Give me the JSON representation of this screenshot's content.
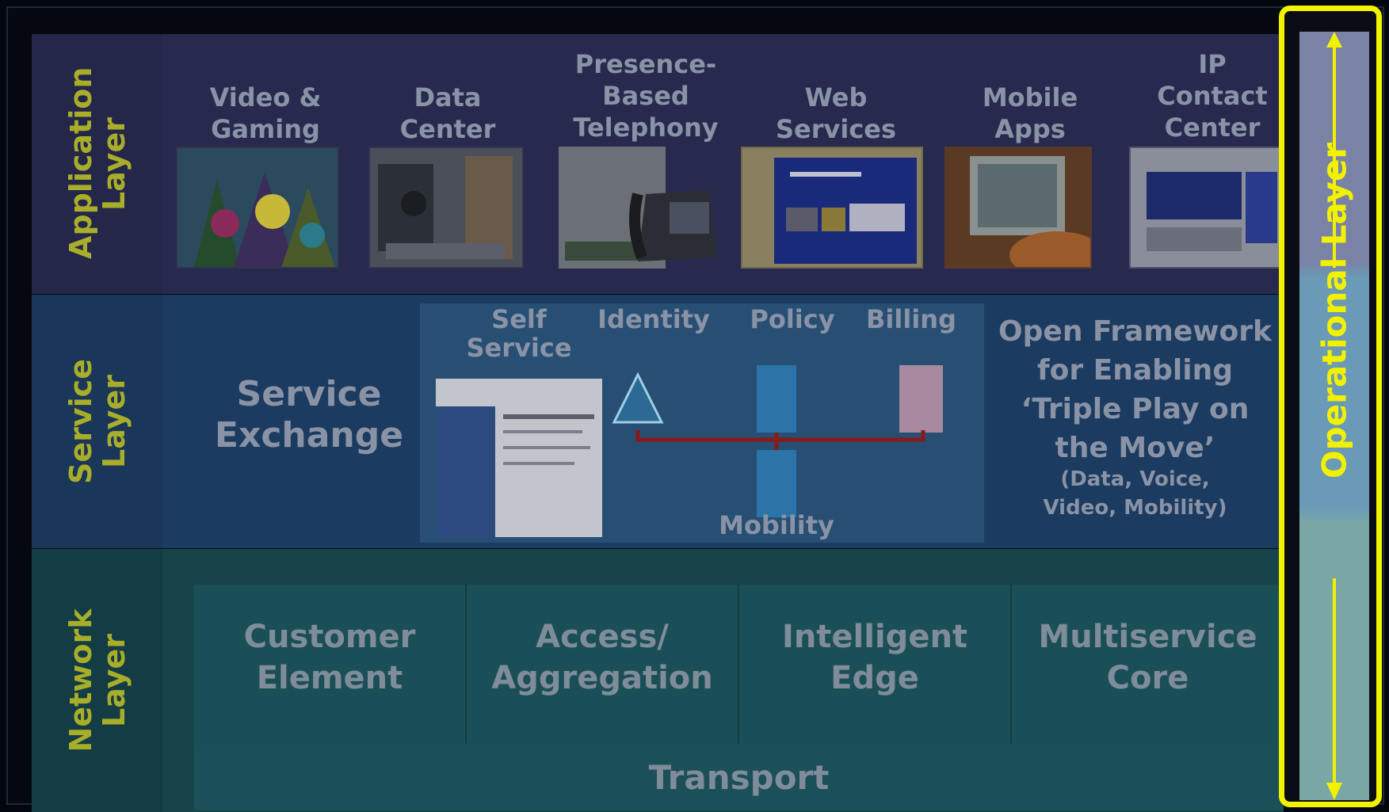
{
  "layers": {
    "application": {
      "label": "Application Layer",
      "items": [
        {
          "title": "Video &\nGaming"
        },
        {
          "title": "Data\nCenter"
        },
        {
          "title": "Presence-\nBased\nTelephony"
        },
        {
          "title": "Web\nServices"
        },
        {
          "title": "Mobile\nApps"
        },
        {
          "title": "IP\nContact\nCenter"
        }
      ]
    },
    "service": {
      "label": "Service Layer",
      "exchange": "Service\nExchange",
      "components": {
        "self_service": "Self\nService",
        "identity": "Identity",
        "policy": "Policy",
        "billing": "Billing",
        "mobility": "Mobility"
      },
      "framework_title": "Open Framework\nfor Enabling\n‘Triple Play on\nthe Move’",
      "framework_sub": "(Data, Voice,\nVideo, Mobility)"
    },
    "network": {
      "label": "Network Layer",
      "cells": [
        "Customer\nElement",
        "Access/\nAggregation",
        "Intelligent\nEdge",
        "Multiservice\nCore"
      ],
      "transport": "Transport"
    }
  },
  "operational": {
    "label": "Operational Layer"
  },
  "colors": {
    "layer_label": "#a8ae2a",
    "highlight": "#f2f200",
    "text_muted": "#8a93a6"
  }
}
